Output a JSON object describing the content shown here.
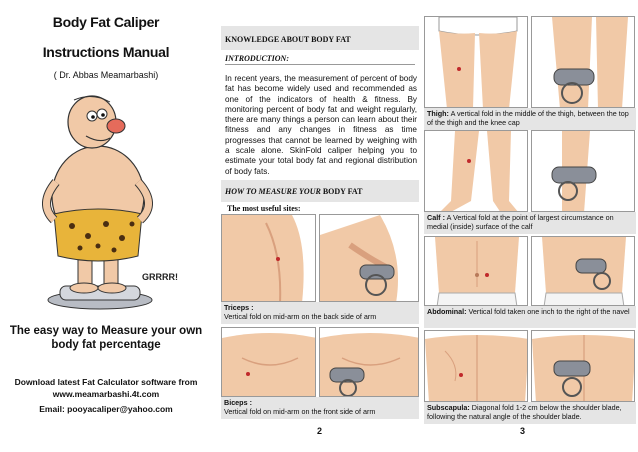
{
  "cover": {
    "title_line1": "Body Fat Caliper",
    "title_line2": "Instructions Manual",
    "author": "( Dr. Abbas Meamarbashi)",
    "cartoon_text": "GRRRR!",
    "tagline": "The easy way to Measure your own body fat percentage",
    "download": "Download latest Fat Calculator software from www.meamarbashi.4t.com",
    "email": "Email: pooyacaliper@yahoo.com"
  },
  "page2": {
    "header": "KNOWLEDGE ABOUT BODY FAT",
    "intro_heading": "INTRODUCTION:",
    "intro_text": "In recent years, the measurement of percent of body fat has become widely used and recommended as one of the indicators of health & fitness. By monitoring percent of body fat and weight regularly, there are many things a person can learn about their fitness and any changes in fitness as time progresses that cannot be learned by weighing with a scale alone. SkinFold caliper helping you to estimate your total body fat and regional distribution of body fats.",
    "how_to_italic": "HOW TO MEASURE YOUR",
    "how_to_bold": "BODY FAT",
    "sites_heading": "The most useful sites:",
    "triceps_label": "Triceps :",
    "triceps_text": "Vertical fold on mid-arm on the back side of arm",
    "biceps_label": "Biceps :",
    "biceps_text": "Vertical fold on mid-arm on the front side of arm",
    "page_number": "2"
  },
  "page3": {
    "thigh_label": "Thigh:",
    "thigh_text": "A vertical fold in the middle of the thigh, between the top of the thigh and the knee cap",
    "calf_label": "Calf :",
    "calf_text": "A Vertical fold at the point of largest circumstance on medial (inside) surface of the calf",
    "abdominal_label": "Abdominal:",
    "abdominal_text": "Vertical fold taken one inch to the right of the navel",
    "subscapula_label": "Subscapula:",
    "subscapula_text": "Diagonal fold 1-2 cm below the shoulder blade, following the natural angle of the shoulder blade.",
    "page_number": "3"
  },
  "colors": {
    "skin": "#f1c9a7",
    "skin_shadow": "#d9a07e",
    "caption_bg": "#e5e5e5",
    "mark": "#c0292b",
    "caliper": "#8a8f99"
  }
}
